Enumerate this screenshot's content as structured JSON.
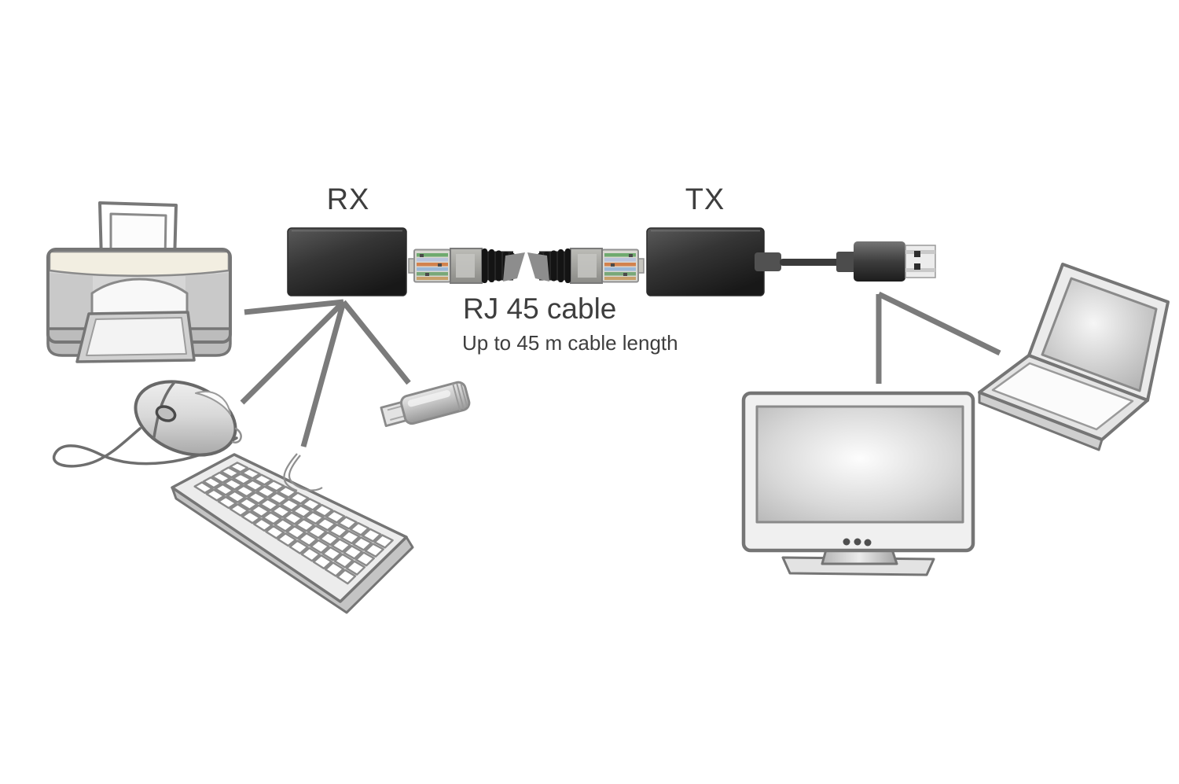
{
  "diagram": {
    "type": "usb-extender-over-rj45-setup",
    "labels": {
      "receiver": "RX",
      "transmitter": "TX",
      "cable_title": "RJ 45 cable",
      "cable_subtitle": "Up to 45 m cable length"
    },
    "left_devices": [
      "printer",
      "mouse",
      "keyboard",
      "usb-stick"
    ],
    "right_devices": [
      "monitor",
      "laptop"
    ],
    "icons": [
      "printer-icon",
      "mouse-icon",
      "keyboard-icon",
      "usb-stick-icon",
      "rx-extender-box",
      "rj45-connector-left-icon",
      "rj45-connector-right-icon",
      "tx-extender-box",
      "usb-plug-icon",
      "monitor-icon",
      "laptop-icon"
    ],
    "colors": {
      "background": "#ffffff",
      "connection_line": "#7b7b7b",
      "label_text": "#3e3e3e",
      "extender_box_top": "#565656",
      "extender_box_bottom": "#191919",
      "sketch_outline": "#757575",
      "printer_cream": "#f2eee1",
      "rj45_green": "#6faa6f",
      "rj45_orange": "#d2824d",
      "rj45_blue": "#9bb8d8"
    }
  }
}
